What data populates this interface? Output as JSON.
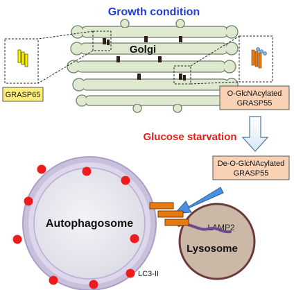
{
  "titles": {
    "growth": "Growth condition",
    "starvation": "Glucose starvation"
  },
  "golgi": {
    "label": "Golgi"
  },
  "boxes": {
    "grasp65": "GRASP65",
    "oglcnac_line1": "O-GlcNAcylated",
    "oglcnac_line2": "GRASP55",
    "deoglcnac_line1": "De-O-GlcNAcylated",
    "deoglcnac_line2": "GRASP55"
  },
  "autophagosome": {
    "label": "Autophagosome",
    "marker": "LC3-II"
  },
  "lysosome": {
    "label": "Lysosome",
    "marker": "LAMP2"
  },
  "colors": {
    "title_blue": "#1f3fd6",
    "title_red": "#e0201a",
    "golgi_fill": "#dfe9cf",
    "golgi_stroke": "#6f7f66",
    "grasp65_box": "#ffef7a",
    "grasp55_box": "#f9d2b5",
    "grasp55_orange": "#e87a14",
    "lc3_red": "#ee1c1c",
    "lysosome_fill": "#ccb8a6",
    "lamp2_purple": "#6a4a8c",
    "autophagosome_fill": "#eceaf1",
    "arrow_blue": "#4a90e2"
  }
}
